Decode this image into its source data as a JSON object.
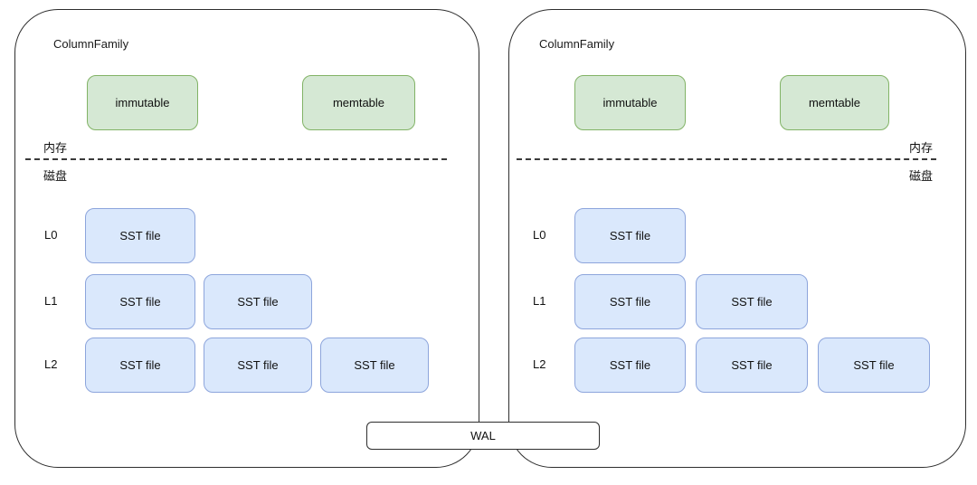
{
  "diagram": {
    "wal": {
      "label": "WAL"
    },
    "colors": {
      "container_border": "#2e2e2e",
      "memory_box_fill": "#d5e8d4",
      "memory_box_border": "#82b366",
      "sst_box_fill": "#dae8fc",
      "sst_box_border": "#8da5dc",
      "background": "#ffffff"
    },
    "column_families": [
      {
        "title": "ColumnFamily",
        "labels_side": "left",
        "memory_label": "内存",
        "disk_label": "磁盘",
        "immutable_label": "immutable",
        "memtable_label": "memtable",
        "levels": [
          {
            "label": "L0",
            "files": [
              "SST file"
            ]
          },
          {
            "label": "L1",
            "files": [
              "SST file",
              "SST file"
            ]
          },
          {
            "label": "L2",
            "files": [
              "SST file",
              "SST file",
              "SST file"
            ]
          }
        ]
      },
      {
        "title": "ColumnFamily",
        "labels_side": "right",
        "memory_label": "内存",
        "disk_label": "磁盘",
        "immutable_label": "immutable",
        "memtable_label": "memtable",
        "levels": [
          {
            "label": "L0",
            "files": [
              "SST file"
            ]
          },
          {
            "label": "L1",
            "files": [
              "SST file",
              "SST file"
            ]
          },
          {
            "label": "L2",
            "files": [
              "SST file",
              "SST file",
              "SST file"
            ]
          }
        ]
      }
    ]
  }
}
